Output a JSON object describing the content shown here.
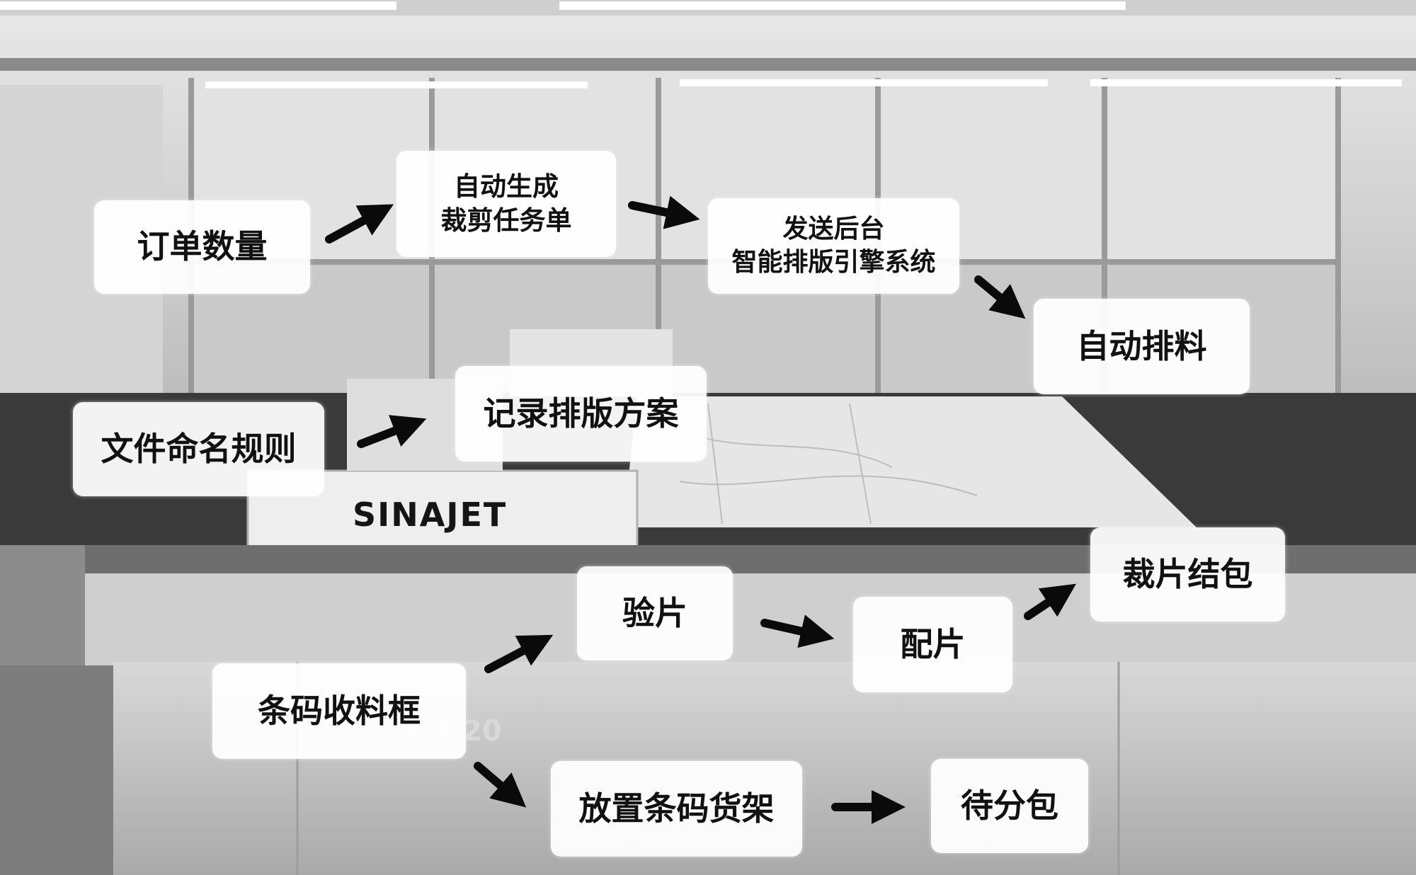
{
  "machine": {
    "brand": "SINAJET",
    "model": "DK2516L20"
  },
  "steps": {
    "order_qty": "订单数量",
    "auto_task": [
      "自动生成",
      "裁剪任务单"
    ],
    "send_backend": [
      "发送后台",
      "智能排版引擎系统"
    ],
    "auto_layout": "自动排料",
    "file_naming": "文件命名规则",
    "record_layout": "记录排版方案",
    "inspect": "验片",
    "match": "配片",
    "bundle": "裁片结包",
    "barcode_bin": "条码收料框",
    "barcode_shelf": "放置条码货架",
    "pending": "待分包"
  },
  "colors": {
    "box_bg": "#ffffff",
    "text": "#111111",
    "arrow": "#0a0a0a"
  }
}
